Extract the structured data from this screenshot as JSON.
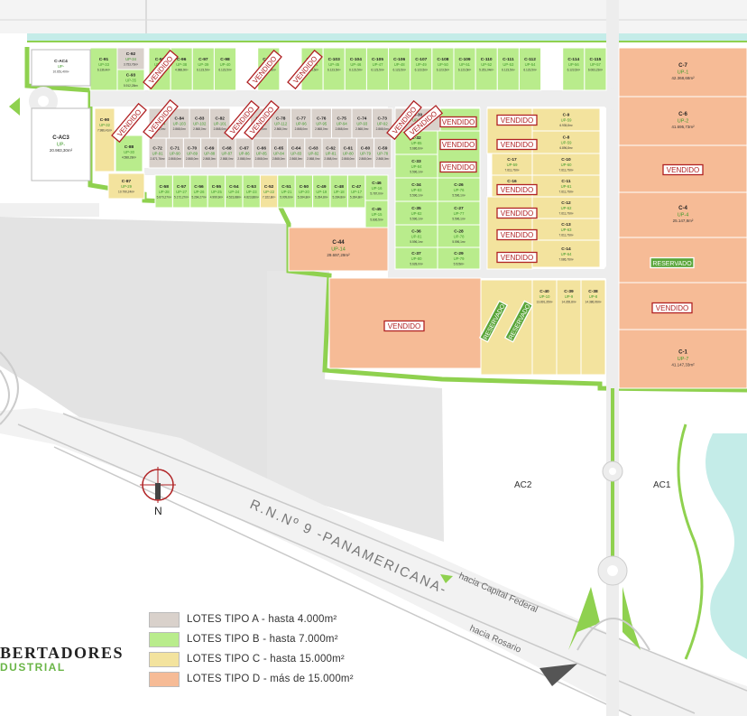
{
  "colors": {
    "tipoA": "#d9d1cb",
    "tipoB": "#b9ec8c",
    "tipoC": "#f3e39e",
    "tipoD": "#f6bb96",
    "vendido_border": "#b02224",
    "vendido_text": "#b02224",
    "reservado_bg": "#5aa63a",
    "road": "#e9e9e9",
    "zone_gray": "#e0e0e0",
    "green_line": "#8fd14f",
    "water": "#c4ece8"
  },
  "lots": [
    {
      "id": "C-92",
      "up": "UP-34",
      "area": "3.753,76m²",
      "type": "A"
    },
    {
      "id": "C-91",
      "up": "UP-33",
      "area": "6.136,4m²",
      "type": "B"
    },
    {
      "id": "C-93",
      "up": "UP-35",
      "area": "5.912,28m²",
      "type": "B"
    },
    {
      "id": "C-95",
      "up": "UP-37",
      "area": "4.898,9m²",
      "type": "B"
    },
    {
      "id": "C-96",
      "up": "UP-38",
      "area": "4.988,9m²",
      "type": "B"
    },
    {
      "id": "C-97",
      "up": "UP-39",
      "area": "6.123,5m²",
      "type": "B"
    },
    {
      "id": "C-98",
      "up": "UP-40",
      "area": "6.123,5m²",
      "type": "B"
    },
    {
      "id": "C-100",
      "up": "UP-42",
      "area": "5.106,63m²",
      "type": "B"
    },
    {
      "id": "C-102",
      "up": "UP-44",
      "area": "6.123,5m²",
      "type": "B"
    },
    {
      "id": "C-103",
      "up": "UP-45",
      "area": "6.123,5m²",
      "type": "B"
    },
    {
      "id": "C-104",
      "up": "UP-46",
      "area": "6.123,5m²",
      "type": "B"
    },
    {
      "id": "C-105",
      "up": "UP-47",
      "area": "6.123,5m²",
      "type": "B"
    },
    {
      "id": "C-106",
      "up": "UP-48",
      "area": "6.123,5m²",
      "type": "B"
    },
    {
      "id": "C-107",
      "up": "UP-49",
      "area": "6.123,5m²",
      "type": "B"
    },
    {
      "id": "C-108",
      "up": "UP-50",
      "area": "6.123,5m²",
      "type": "B"
    },
    {
      "id": "C-109",
      "up": "UP-51",
      "area": "6.123,5m²",
      "type": "B"
    },
    {
      "id": "C-110",
      "up": "UP-52",
      "area": "5.351,04m²",
      "type": "B"
    },
    {
      "id": "C-111",
      "up": "UP-53",
      "area": "6.123,5m²",
      "type": "B"
    },
    {
      "id": "C-112",
      "up": "UP-54",
      "area": "6.123,5m²",
      "type": "B"
    },
    {
      "id": "C-114",
      "up": "UP-56",
      "area": "6.123,5m²",
      "type": "B"
    },
    {
      "id": "C-115",
      "up": "UP-57",
      "area": "6.083,23m²",
      "type": "B"
    },
    {
      "id": "C-90",
      "up": "UP-32",
      "area": "7.986,41m²",
      "type": "C"
    },
    {
      "id": "C-88",
      "up": "UP-30",
      "area": "4.588,28m²",
      "type": "B"
    },
    {
      "id": "C-87",
      "up": "UP-29",
      "area": "10.790,24m²",
      "type": "C"
    },
    {
      "id": "C-85",
      "up": "UP-104",
      "area": "2.868,0m²",
      "type": "A"
    },
    {
      "id": "C-84",
      "up": "UP-103",
      "area": "2.868,0m²",
      "type": "A"
    },
    {
      "id": "C-83",
      "up": "UP-102",
      "area": "2.868,0m²",
      "type": "A"
    },
    {
      "id": "C-82",
      "up": "UP-101",
      "area": "2.868,0m²",
      "type": "A"
    },
    {
      "id": "C-79",
      "up": "UP-98",
      "area": "2.868,0m²",
      "type": "A"
    },
    {
      "id": "C-78",
      "up": "UP-112",
      "area": "2.868,0m²",
      "type": "A"
    },
    {
      "id": "C-77",
      "up": "UP-96",
      "area": "2.868,0m²",
      "type": "A"
    },
    {
      "id": "C-76",
      "up": "UP-95",
      "area": "2.868,0m²",
      "type": "A"
    },
    {
      "id": "C-75",
      "up": "UP-94",
      "area": "2.868,0m²",
      "type": "A"
    },
    {
      "id": "C-74",
      "up": "UP-93",
      "area": "2.868,0m²",
      "type": "A"
    },
    {
      "id": "C-73",
      "up": "UP-92",
      "area": "2.868,0m²",
      "type": "A"
    },
    {
      "id": "C-72",
      "up": "UP-91",
      "area": "2.871,76m²",
      "type": "A"
    },
    {
      "id": "C-71",
      "up": "UP-90",
      "area": "2.868,0m²",
      "type": "A"
    },
    {
      "id": "C-70",
      "up": "UP-89",
      "area": "2.868,0m²",
      "type": "A"
    },
    {
      "id": "C-69",
      "up": "UP-88",
      "area": "2.868,0m²",
      "type": "A"
    },
    {
      "id": "C-68",
      "up": "UP-87",
      "area": "2.868,0m²",
      "type": "A"
    },
    {
      "id": "C-67",
      "up": "UP-86",
      "area": "2.868,0m²",
      "type": "A"
    },
    {
      "id": "C-66",
      "up": "UP-85",
      "area": "2.868,0m²",
      "type": "A"
    },
    {
      "id": "C-65",
      "up": "UP-84",
      "area": "2.868,0m²",
      "type": "A"
    },
    {
      "id": "C-64",
      "up": "UP-83",
      "area": "2.868,0m²",
      "type": "A"
    },
    {
      "id": "C-63",
      "up": "UP-82",
      "area": "2.868,0m²",
      "type": "A"
    },
    {
      "id": "C-62",
      "up": "UP-81",
      "area": "2.868,0m²",
      "type": "A"
    },
    {
      "id": "C-61",
      "up": "UP-80",
      "area": "2.868,0m²",
      "type": "A"
    },
    {
      "id": "C-60",
      "up": "UP-79",
      "area": "2.868,0m²",
      "type": "A"
    },
    {
      "id": "C-59",
      "up": "UP-78",
      "area": "2.868,0m²",
      "type": "A"
    },
    {
      "id": "C-58",
      "up": "UP-28",
      "area": "5.670,27m²",
      "type": "B"
    },
    {
      "id": "C-57",
      "up": "UP-27",
      "area": "5.172,27m²",
      "type": "B"
    },
    {
      "id": "C-56",
      "up": "UP-26",
      "area": "5.264,27m²",
      "type": "B"
    },
    {
      "id": "C-55",
      "up": "UP-25",
      "area": "4.999,9m²",
      "type": "B"
    },
    {
      "id": "C-54",
      "up": "UP-24",
      "area": "4.523,88m²",
      "type": "B"
    },
    {
      "id": "C-53",
      "up": "UP-23",
      "area": "4.823,88m²",
      "type": "B"
    },
    {
      "id": "C-52",
      "up": "UP-22",
      "area": "7.322,8m²",
      "type": "C"
    },
    {
      "id": "C-51",
      "up": "UP-21",
      "area": "5.009,6m²",
      "type": "B"
    },
    {
      "id": "C-50",
      "up": "UP-20",
      "area": "5.284,8m²",
      "type": "B"
    },
    {
      "id": "C-49",
      "up": "UP-19",
      "area": "5.284,8m²",
      "type": "B"
    },
    {
      "id": "C-48",
      "up": "UP-18",
      "area": "5.284,8m²",
      "type": "B"
    },
    {
      "id": "C-47",
      "up": "UP-17",
      "area": "5.284,8m²",
      "type": "B"
    },
    {
      "id": "C-46",
      "up": "UP-16",
      "area": "5.787,0m²",
      "type": "B"
    },
    {
      "id": "C-45",
      "up": "UP-15",
      "area": "5.836,5m²",
      "type": "B"
    },
    {
      "id": "C-44",
      "up": "UP-14",
      "area": "29.697,29m²",
      "type": "D"
    },
    {
      "id": "C-30",
      "up": "UP-86",
      "area": "3.218,3m²",
      "type": "A"
    },
    {
      "id": "C-32",
      "up": "UP-85",
      "area": "5.686,6m²",
      "type": "B"
    },
    {
      "id": "C-33",
      "up": "UP-84",
      "area": "5.596,1m²",
      "type": "B"
    },
    {
      "id": "C-34",
      "up": "UP-83",
      "area": "5.596,1m²",
      "type": "B"
    },
    {
      "id": "C-26",
      "up": "UP-76",
      "area": "5.596,1m²",
      "type": "B"
    },
    {
      "id": "C-35",
      "up": "UP-82",
      "area": "5.596,1m²",
      "type": "B"
    },
    {
      "id": "C-27",
      "up": "UP-77",
      "area": "5.596,1m²",
      "type": "B"
    },
    {
      "id": "C-36",
      "up": "UP-81",
      "area": "5.596,1m²",
      "type": "B"
    },
    {
      "id": "C-28",
      "up": "UP-78",
      "area": "5.596,1m²",
      "type": "B"
    },
    {
      "id": "C-37",
      "up": "UP-80",
      "area": "5.628,0m²",
      "type": "B"
    },
    {
      "id": "C-29",
      "up": "UP-79",
      "area": "5.526m²",
      "type": "B"
    },
    {
      "id": "C-9",
      "up": "UP-59",
      "area": "6.935,8m²",
      "type": "C"
    },
    {
      "id": "C-8",
      "up": "UP-59",
      "area": "6.896,8m²",
      "type": "C"
    },
    {
      "id": "C-17",
      "up": "UP-59",
      "area": "7.611,76m²",
      "type": "C"
    },
    {
      "id": "C-10",
      "up": "UP-60",
      "area": "7.611,76m²",
      "type": "C"
    },
    {
      "id": "C-16",
      "up": "UP-58",
      "area": "7.611,76m²",
      "type": "C"
    },
    {
      "id": "C-11",
      "up": "UP-61",
      "area": "7.611,76m²",
      "type": "C"
    },
    {
      "id": "C-12",
      "up": "UP-62",
      "area": "7.611,76m²",
      "type": "C"
    },
    {
      "id": "C-13",
      "up": "UP-63",
      "area": "7.611,76m²",
      "type": "C"
    },
    {
      "id": "C-14",
      "up": "UP-64",
      "area": "7.686,76m²",
      "type": "C"
    },
    {
      "id": "C-40",
      "up": "UP-10",
      "area": "13.891,35m²",
      "type": "C"
    },
    {
      "id": "C-39",
      "up": "UP-9",
      "area": "14.265,8m²",
      "type": "C"
    },
    {
      "id": "C-38",
      "up": "UP-8",
      "area": "14.386,96m²",
      "type": "C"
    },
    {
      "id": "C-7",
      "up": "UP-1",
      "area": "42.368,68m²",
      "type": "D"
    },
    {
      "id": "C-6",
      "up": "UP-2",
      "area": "41.695,73m²",
      "type": "D"
    },
    {
      "id": "C-4",
      "up": "UP-4",
      "area": "25.147,8m²",
      "type": "D"
    },
    {
      "id": "C-1",
      "up": "UP-7",
      "area": "41.147,33m²",
      "type": "D"
    },
    {
      "id": "C-AC4",
      "up": "UP-",
      "area": "10.651,40m²",
      "type": "W"
    },
    {
      "id": "C-AC3",
      "up": "UP-",
      "area": "20.983,30m²",
      "type": "W"
    }
  ],
  "sold_label": "VENDIDO",
  "reserved_label": "RESERVADO",
  "map_labels": {
    "north": "N",
    "road": "R.N.Nº 9 -PANAMERICANA-",
    "to_capital": "hacia Capital Federal",
    "to_rosario": "hacia Rosario",
    "ac2": "AC2",
    "ac1": "AC1"
  },
  "legend": [
    {
      "label": "LOTES TIPO A - hasta 4.000m²",
      "color": "#d9d1cb"
    },
    {
      "label": "LOTES TIPO B - hasta 7.000m²",
      "color": "#b9ec8c"
    },
    {
      "label": "LOTES TIPO C - hasta 15.000m²",
      "color": "#f3e39e"
    },
    {
      "label": "LOTES TIPO D - más de 15.000m²",
      "color": "#f6bb96"
    }
  ],
  "brand": {
    "main": "BERTADORES",
    "sub": "DUSTRIAL"
  }
}
